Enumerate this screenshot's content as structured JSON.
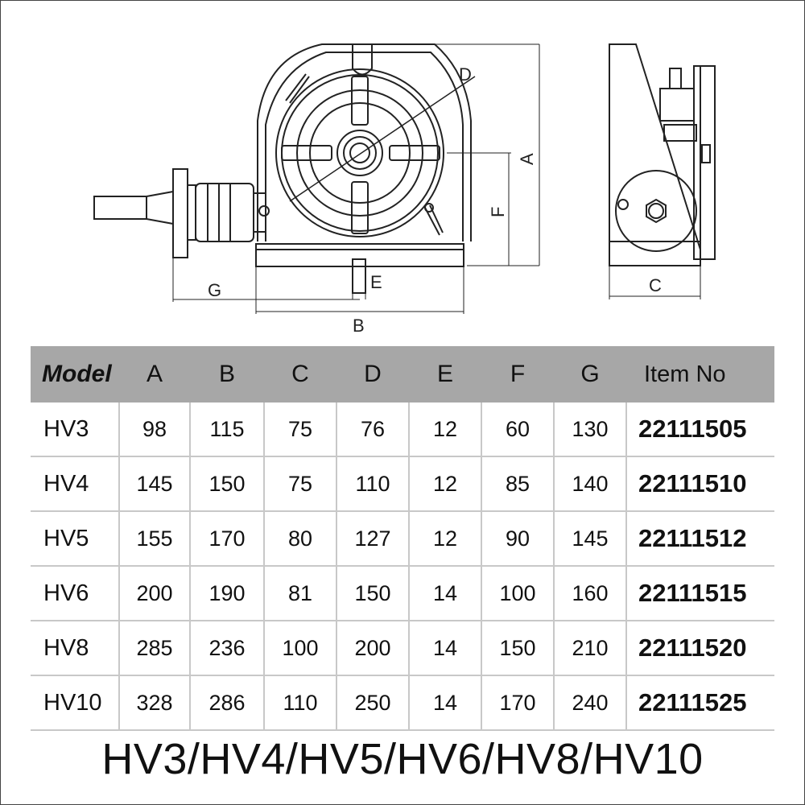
{
  "drawing": {
    "dimension_labels": {
      "A": "A",
      "B": "B",
      "C": "C",
      "D": "D",
      "E": "E",
      "F": "F",
      "G": "G"
    }
  },
  "table": {
    "headers": [
      "Model",
      "A",
      "B",
      "C",
      "D",
      "E",
      "F",
      "G",
      "Item No"
    ],
    "rows": [
      [
        "HV3",
        "98",
        "115",
        "75",
        "76",
        "12",
        "60",
        "130",
        "22111505"
      ],
      [
        "HV4",
        "145",
        "150",
        "75",
        "110",
        "12",
        "85",
        "140",
        "22111510"
      ],
      [
        "HV5",
        "155",
        "170",
        "80",
        "127",
        "12",
        "90",
        "145",
        "22111512"
      ],
      [
        "HV6",
        "200",
        "190",
        "81",
        "150",
        "14",
        "100",
        "160",
        "22111515"
      ],
      [
        "HV8",
        "285",
        "236",
        "100",
        "200",
        "14",
        "150",
        "210",
        "22111520"
      ],
      [
        "HV10",
        "328",
        "286",
        "110",
        "250",
        "14",
        "170",
        "240",
        "22111525"
      ]
    ]
  },
  "footer": {
    "title": "HV3/HV4/HV5/HV6/HV8/HV10"
  },
  "colors": {
    "header_bg": "#a7a7a7",
    "grid": "#c8c8c8",
    "line": "#222222"
  }
}
